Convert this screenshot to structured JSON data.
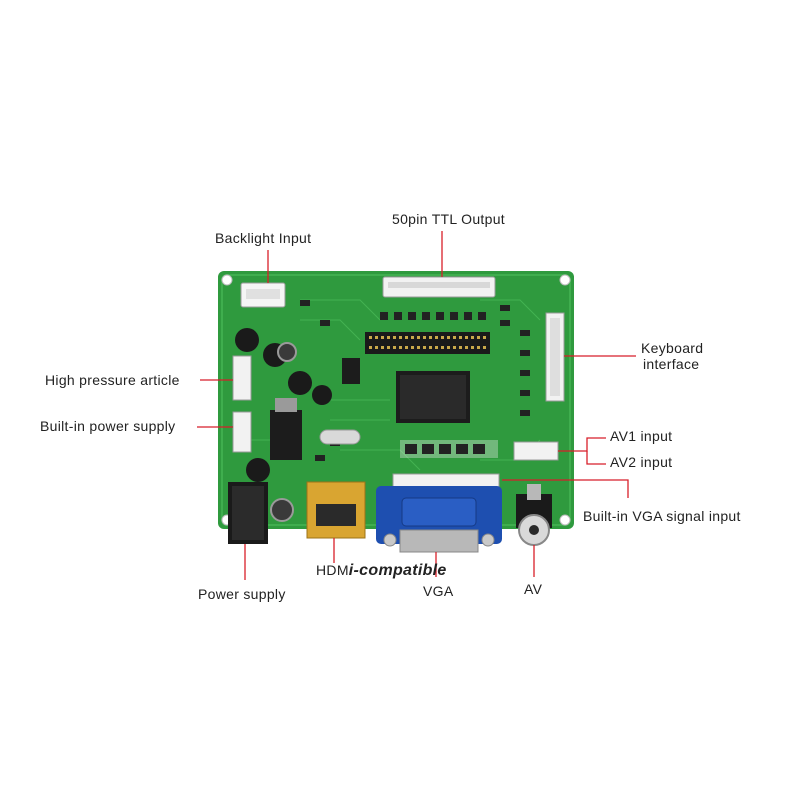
{
  "colors": {
    "pcb": "#2f9a3e",
    "pcb_dark": "#237a30",
    "leader_line": "#d81f2a",
    "vga_blue": "#1e4fb0",
    "hdmi_gold": "#d9a531"
  },
  "labels": {
    "ttl_output": "50pin TTL Output",
    "backlight_input": "Backlight Input",
    "keyboard_interface_line1": "Keyboard",
    "keyboard_interface_line2": "interface",
    "high_pressure_article": "High pressure article",
    "builtin_power_supply": "Built-in power supply",
    "av1_input": "AV1 input",
    "av2_input": "AV2 input",
    "builtin_vga_signal_input": "Built-in VGA signal input",
    "power_supply": "Power supply",
    "hdmi_part1": "HDM",
    "hdmi_part2": "i-compatible",
    "vga": "VGA",
    "av": "AV"
  }
}
